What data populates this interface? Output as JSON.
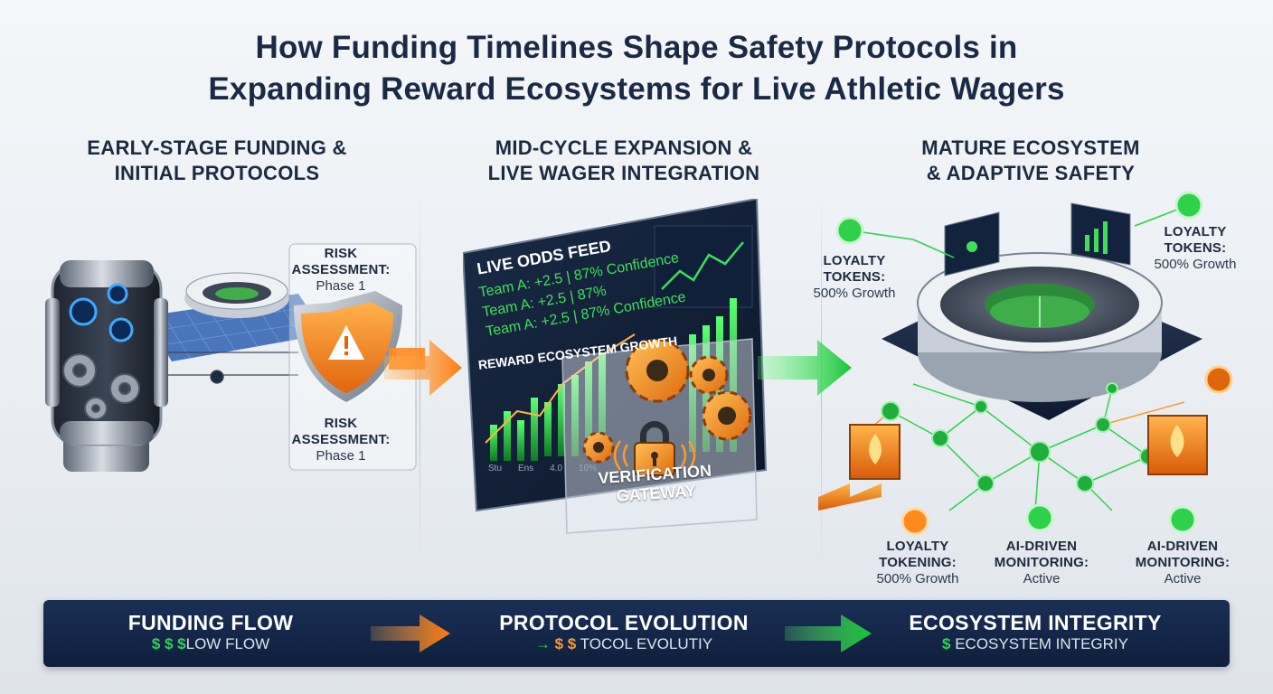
{
  "title_line1": "How Funding Timelines Shape Safety Protocols in",
  "title_line2": "Expanding Reward Ecosystems for Live Athletic Wagers",
  "stages": [
    {
      "line1": "EARLY-STAGE FUNDING &",
      "line2": "INITIAL PROTOCOLS"
    },
    {
      "line1": "MID-CYCLE EXPANSION &",
      "line2": "LIVE WAGER INTEGRATION"
    },
    {
      "line1": "MATURE ECOSYSTEM",
      "line2": "& ADAPTIVE SAFETY"
    }
  ],
  "risk_top": {
    "line1": "RISK",
    "line2": "ASSESSMENT:",
    "line3": "Phase 1"
  },
  "risk_bottom": {
    "line1": "RISK",
    "line2": "ASSESSMENT:",
    "line3": "Phase 1"
  },
  "odds_panel": {
    "heading": "LIVE ODDS FEED",
    "rows": [
      "Team A: +2.5 | 87% Confidence",
      "Team A: +2.5 | 87%",
      "Team A: +2.5 | 87% Confidence"
    ],
    "growth_label": "REWARD ECOSYSTEM GROWTH",
    "axis_labels": [
      "Stu",
      "Ens",
      "4.0",
      "10%"
    ]
  },
  "gateway": {
    "line1": "VERIFICATION",
    "line2": "GATEWAY"
  },
  "mature_labels": {
    "top_left": {
      "name": "LOYALTY",
      "name2": "TOKENS:",
      "value": "500% Growth"
    },
    "top_right": {
      "name": "LOYALTY",
      "name2": "TOKENS:",
      "value": "500% Growth"
    },
    "bottom_left": {
      "name": "LOYALTY",
      "name2": "TOKENING:",
      "value": "500% Growth"
    },
    "bottom_mid": {
      "name": "AI-DRIVEN",
      "name2": "MONITORING:",
      "value": "Active"
    },
    "bottom_right": {
      "name": "AI-DRIVEN",
      "name2": "MONITORING:",
      "value": "Active"
    }
  },
  "bottom_bar": {
    "funding_title": "FUNDING FLOW",
    "funding_symbols": "$ $ $",
    "funding_sub": "LOW FLOW",
    "protocol_title": "PROTOCOL EVOLUTION",
    "protocol_arrow": "→",
    "protocol_symbols": "$ $",
    "protocol_sub": "TOCOL EVOLUTIY",
    "integrity_title": "ECOSYSTEM INTEGRITY",
    "integrity_icon": "$",
    "integrity_sub": "ECOSYSTEM INTEGRIY"
  },
  "colors": {
    "accent_orange": "#ff8a1c",
    "accent_green": "#2fd14a",
    "navy": "#12254a",
    "screen_green": "#3ee05a"
  }
}
